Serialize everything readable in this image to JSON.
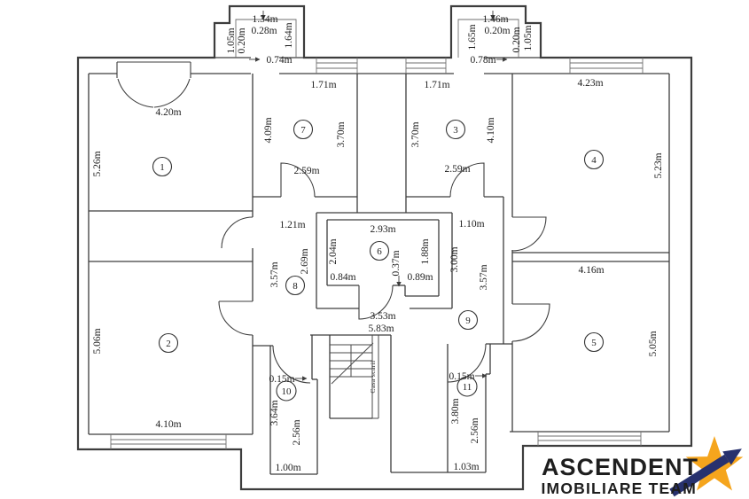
{
  "plan_labels": {
    "balcony_left": {
      "width": "1.34m",
      "inset": "0.28m",
      "side_a": "1.05m",
      "side_b": "0.20m",
      "side_c": "1.64m",
      "door": "0.74m"
    },
    "balcony_right": {
      "width": "1.46m",
      "inset": "0.20m",
      "side_a": "1.65m",
      "side_b": "0.20m",
      "side_c": "1.05m",
      "door": "0.78m"
    },
    "room1": {
      "num": "1",
      "width": "4.20m",
      "height": "5.26m"
    },
    "room2": {
      "num": "2",
      "width": "4.10m",
      "height": "5.06m"
    },
    "room3": {
      "num": "3",
      "top": "1.71m",
      "left": "3.70m",
      "right": "4.10m",
      "bottom": "2.59m"
    },
    "room4": {
      "num": "4",
      "width": "4.23m",
      "height": "5.23m"
    },
    "room5": {
      "num": "5",
      "width": "4.16m",
      "height": "5.05m"
    },
    "room6": {
      "num": "6",
      "top": "2.93m",
      "left": "2.04m",
      "right": "1.88m",
      "bottom_left": "0.84m",
      "step": "0.37m",
      "bottom_right": "0.89m"
    },
    "room7": {
      "num": "7",
      "top": "1.71m",
      "left": "4.09m",
      "right": "3.70m",
      "bottom": "2.59m"
    },
    "room8": {
      "num": "8",
      "width_top": "1.21m",
      "height": "3.57m",
      "height2": "2.69m"
    },
    "room9": {
      "num": "9",
      "width_top": "1.10m",
      "height": "3.00m",
      "height2": "3.57m"
    },
    "room10": {
      "num": "10",
      "step": "0.15m",
      "left": "3.64m",
      "right": "2.56m",
      "bottom": "1.00m"
    },
    "room11": {
      "num": "11",
      "step": "0.15m",
      "left": "3.80m",
      "right": "2.56m",
      "bottom": "1.03m"
    },
    "hall": {
      "width": "3.53m",
      "total": "5.83m"
    },
    "stairs": {
      "label": "Casa scarii"
    }
  },
  "logo": {
    "brand": "ASCENDENT",
    "tagline": "IMOBILIARE TEAM",
    "brand_color": "#27316e",
    "accent_color": "#f5a51d"
  }
}
